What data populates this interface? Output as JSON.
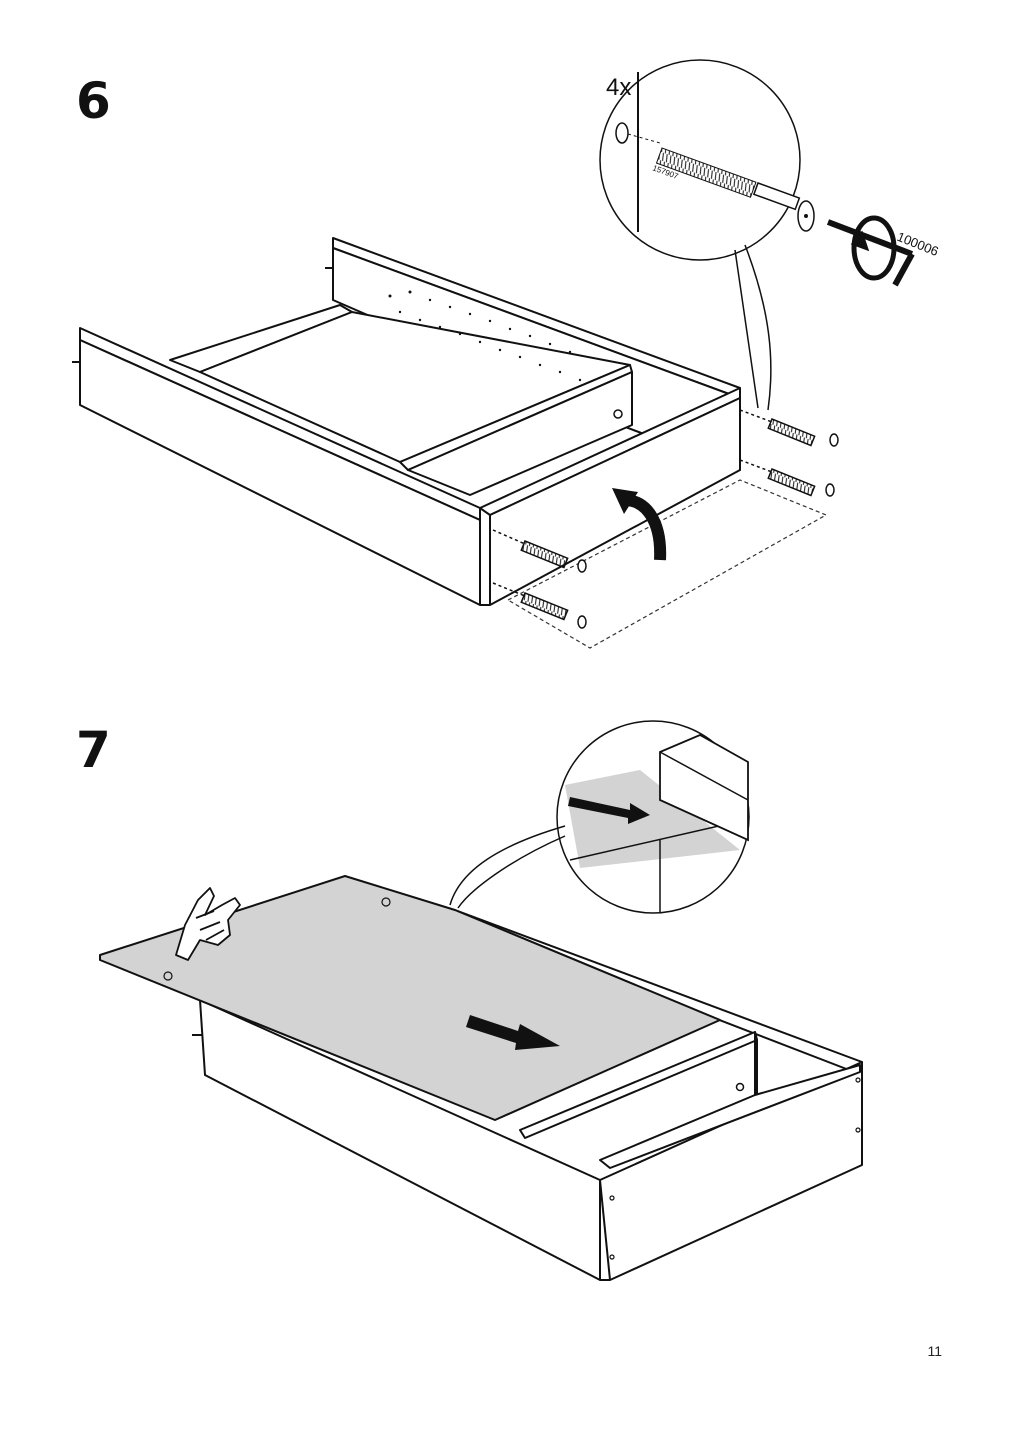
{
  "step6": {
    "number": "6",
    "quantity": "4x",
    "screw_part": "157907",
    "key_part": "100006"
  },
  "step7": {
    "number": "7"
  },
  "page_number": "11"
}
